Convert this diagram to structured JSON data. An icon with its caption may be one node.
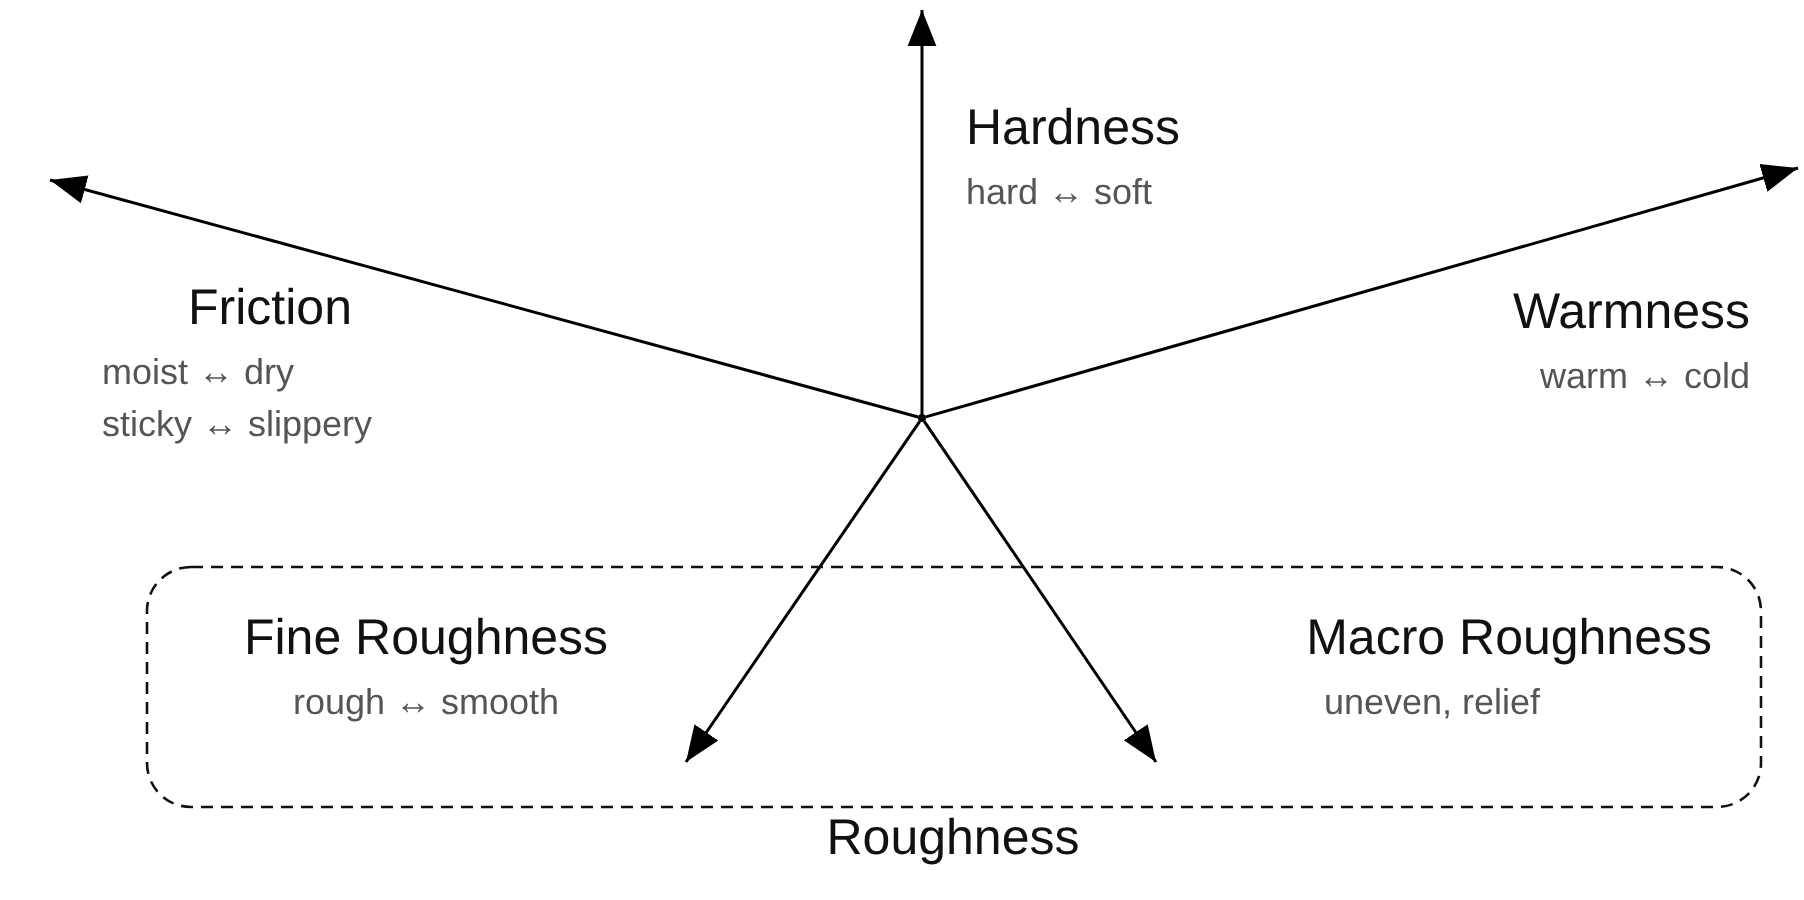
{
  "diagram": {
    "nodes": [
      {
        "text": [
          "Hardness",
          "hard ↔ soft"
        ]
      },
      {
        "text": [
          "Friction",
          "moist ↔ dry",
          "sticky ↔ slippery"
        ]
      },
      {
        "text": [
          "Warmness",
          "warm ↔ cold"
        ]
      },
      {
        "text": [],
        "shape": "circle"
      },
      {
        "text": [
          "Roughness"
        ]
      },
      {
        "text": [
          "Fine Roughness",
          "rough ↔ smooth"
        ],
        "in": 4
      },
      {
        "text": [
          "Macro Roughness",
          "uneven, relief"
        ],
        "in": 4
      }
    ],
    "edges": [
      {
        "from": 3,
        "to": null,
        "arrow": "to"
      },
      {
        "from": 3,
        "to": null,
        "arrow": "to"
      },
      {
        "from": 3,
        "to": null,
        "arrow": "to"
      },
      {
        "from": 3,
        "to": 5,
        "arrow": "to"
      },
      {
        "from": 3,
        "to": 6,
        "arrow": "to"
      }
    ]
  }
}
